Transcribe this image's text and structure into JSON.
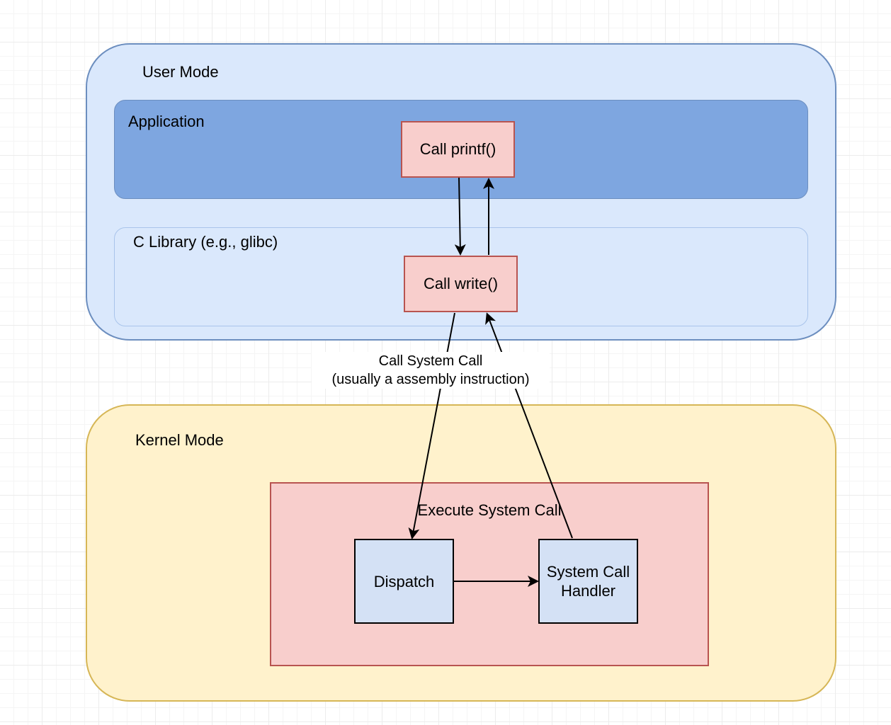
{
  "user_mode": {
    "label": "User Mode",
    "application": {
      "label": "Application",
      "call_printf": "Call printf()"
    },
    "c_library": {
      "label": "C Library (e.g., glibc)",
      "call_write": "Call write()"
    }
  },
  "kernel_mode": {
    "label": "Kernel Mode",
    "execute_system_call": {
      "label": "Execute System Call",
      "dispatch": "Dispatch",
      "system_call_handler": "System Call Handler"
    }
  },
  "edges": {
    "syscall_label_line1": "Call System Call",
    "syscall_label_line2": "(usually a assembly instruction)"
  },
  "colors": {
    "user_mode_fill": "#dae8fc",
    "user_mode_stroke": "#6c8ebf",
    "application_fill": "#7ea6e0",
    "kernel_mode_fill": "#fff2cc",
    "kernel_mode_stroke": "#d6b656",
    "call_box_fill": "#f8cecc",
    "call_box_stroke": "#b85450",
    "kernel_step_fill": "#d4e1f5"
  }
}
